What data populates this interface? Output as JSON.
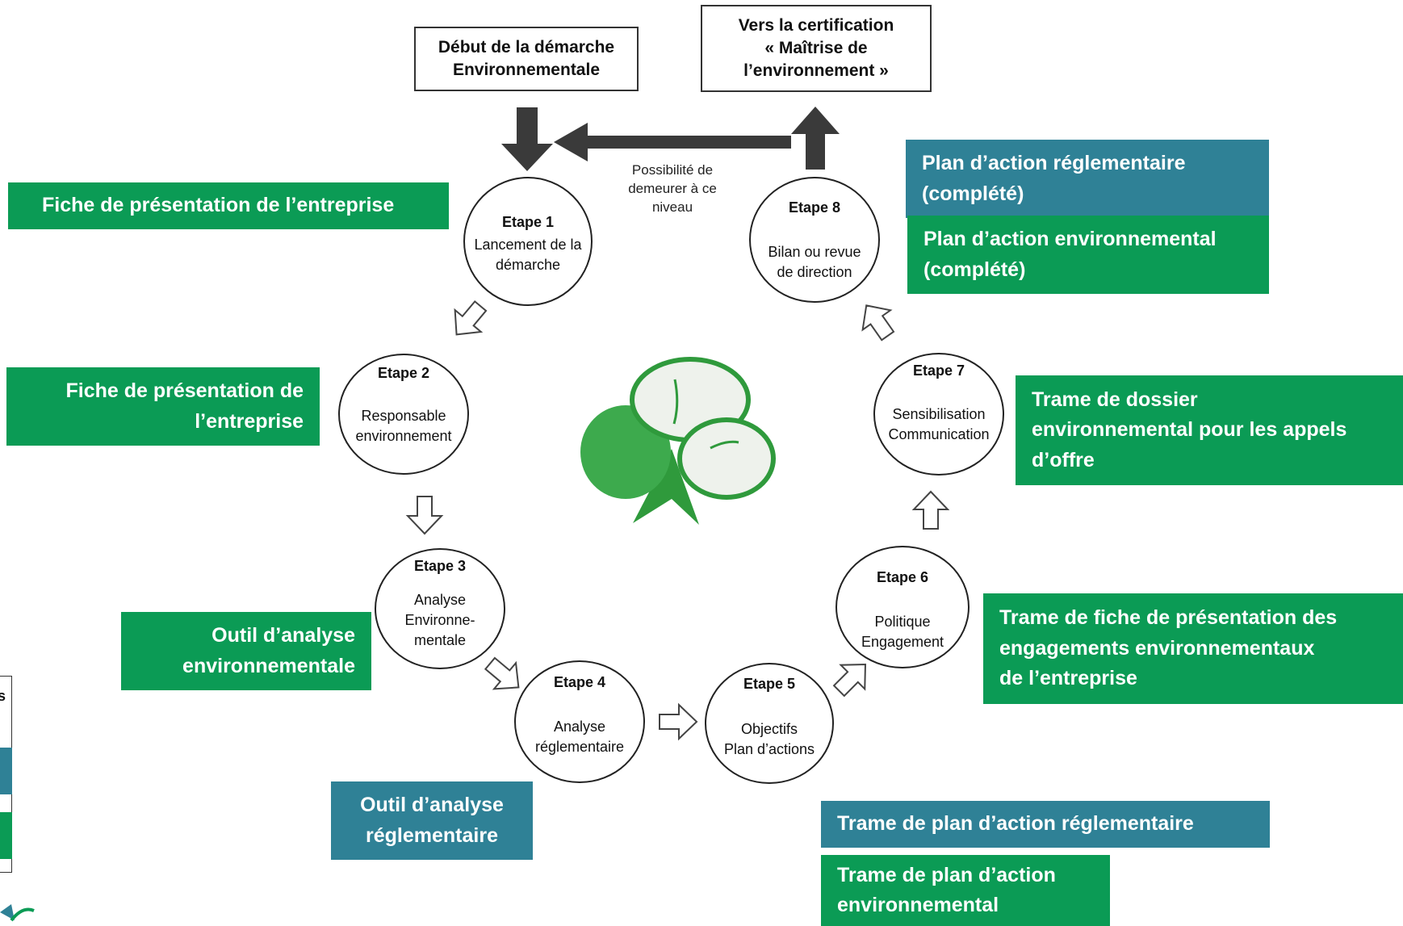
{
  "top_boxes": {
    "start": "Début de la démarche\nEnvironnementale",
    "certification": "Vers la certification\n« Maîtrise de\nl’environnement »"
  },
  "possibility_note": "Possibilité de\ndemeurer à ce\nniveau",
  "steps": [
    {
      "title": "Etape 1",
      "desc": "Lancement de la\ndémarche"
    },
    {
      "title": "Etape 2",
      "desc": "Responsable\nenvironnement"
    },
    {
      "title": "Etape 3",
      "desc": "Analyse\nEnvironne-\nmentale"
    },
    {
      "title": "Etape 4",
      "desc": "Analyse\nréglementaire"
    },
    {
      "title": "Etape 5",
      "desc": "Objectifs\nPlan d’actions"
    },
    {
      "title": "Etape 6",
      "desc": "Politique\nEngagement"
    },
    {
      "title": "Etape 7",
      "desc": "Sensibilisation\nCommunication"
    },
    {
      "title": "Etape 8",
      "desc": "Bilan ou revue\nde direction"
    }
  ],
  "tools": {
    "etape1": "Fiche de présentation de l’entreprise",
    "etape2": "Fiche de présentation de\nl’entreprise",
    "etape3": "Outil d’analyse\nenvironnementale",
    "etape4": "Outil d’analyse\nréglementaire",
    "etape5_reglementaire": "Trame de plan d’action réglementaire",
    "etape5_environnemental": "Trame de plan d’action\nenvironnemental",
    "etape6": "Trame de fiche de présentation des\nengagements environnementaux\nde l’entreprise",
    "etape7": "Trame de dossier\nenvironnemental pour les appels\nd’offre",
    "etape8_reglementaire": "Plan d’action réglementaire\n(complété)",
    "etape8_environnemental": "Plan d’action environnemental\n(complété)"
  },
  "legend": {
    "partial_text": "s"
  },
  "colors": {
    "green": "#0b9b55",
    "blue": "#2f8196",
    "dark_arrow": "#3a3a3a",
    "clover_green": "#2fa040",
    "clover_leaf_fill": "#eef2ec"
  }
}
